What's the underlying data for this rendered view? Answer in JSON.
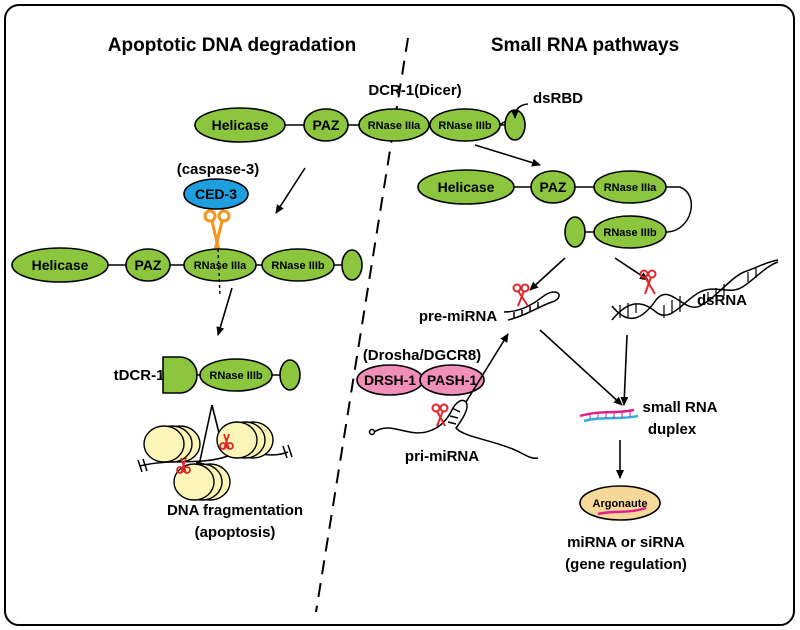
{
  "titles": {
    "left": "Apoptotic DNA degradation",
    "right": "Small RNA pathways"
  },
  "dicer": {
    "name": "DCR-1(Dicer)",
    "helicase": "Helicase",
    "paz": "PAZ",
    "rnase3a": "RNase IIIa",
    "rnase3b": "RNase IIIb",
    "dsrbd": "dsRBD"
  },
  "caspase": {
    "family": "(caspase-3)",
    "name": "CED-3"
  },
  "tdcr": {
    "name": "tDCR-1",
    "rnase3b": "RNase IIIb"
  },
  "apoptosis": {
    "line1": "DNA fragmentation",
    "line2": "(apoptosis)"
  },
  "mirna": {
    "pre": "pre-miRNA",
    "pri": "pri-miRNA",
    "complex": "(Drosha/DGCR8)",
    "drsh": "DRSH-1",
    "pash": "PASH-1",
    "dsrna": "dsRNA",
    "duplex1": "small RNA",
    "duplex2": "duplex",
    "argonaute": "Argonaute",
    "result1": "miRNA or siRNA",
    "result2": "(gene regulation)"
  },
  "colors": {
    "domain_green": "#8cc63f",
    "ced3_blue": "#1ea0e0",
    "drosha_pink": "#f090b8",
    "argonaute_tan": "#f5d89a",
    "nucleosome_yellow": "#fbf5b8",
    "scissors_red": "#e0262a",
    "scissors_orange": "#f7941d",
    "rna_magenta": "#e0208a",
    "rna_cyan": "#2ab0e0"
  }
}
